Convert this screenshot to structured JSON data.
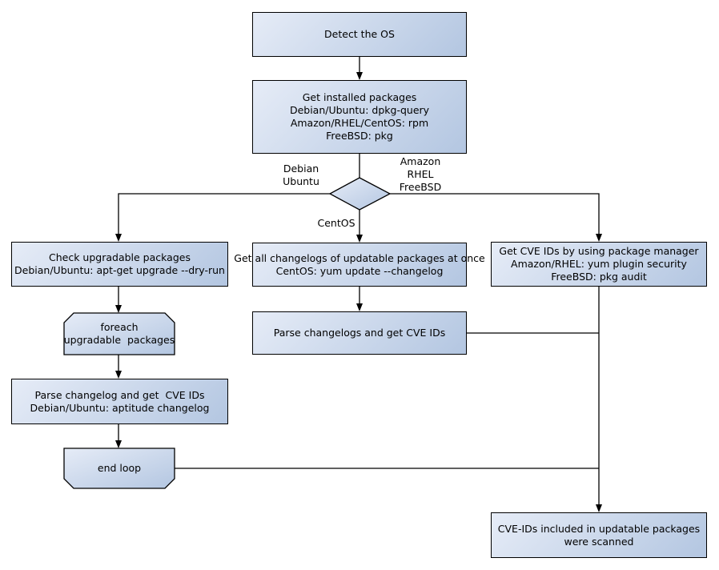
{
  "colors": {
    "background": "#ffffff",
    "node_fill_light": "#e6ecf7",
    "node_fill_dark": "#b3c6e1",
    "node_border": "#000000",
    "connector": "#000000",
    "text": "#000000"
  },
  "nodes": {
    "detect_os": {
      "label": "Detect the OS"
    },
    "get_installed_packages": {
      "label": "Get installed packages\nDebian/Ubuntu: dpkg-query\nAmazon/RHEL/CentOS: rpm\nFreeBSD: pkg"
    },
    "check_upgradable": {
      "label": "Check upgradable packages\nDebian/Ubuntu: apt-get upgrade --dry-run"
    },
    "foreach_loop": {
      "label": "foreach\nupgradable  packages"
    },
    "parse_changelog_debian": {
      "label": "Parse changelog and get  CVE IDs\nDebian/Ubuntu: aptitude changelog"
    },
    "end_loop": {
      "label": "end loop"
    },
    "get_all_changelogs": {
      "label": "Get all changelogs of updatable packages at once\nCentOS: yum update --changelog"
    },
    "parse_changelogs_centos": {
      "label": "Parse changelogs and get CVE IDs"
    },
    "get_cve_ids_pkg_manager": {
      "label": "Get CVE IDs by using package manager\nAmazon/RHEL: yum plugin security\nFreeBSD: pkg audit"
    },
    "cve_ids_scanned": {
      "label": "CVE-IDs included in updatable packages\nwere scanned"
    }
  },
  "edge_labels": {
    "debian_ubuntu": "Debian\nUbuntu",
    "amazon_rhel_freebsd": "Amazon\nRHEL\nFreeBSD",
    "centos": "CentOS"
  }
}
